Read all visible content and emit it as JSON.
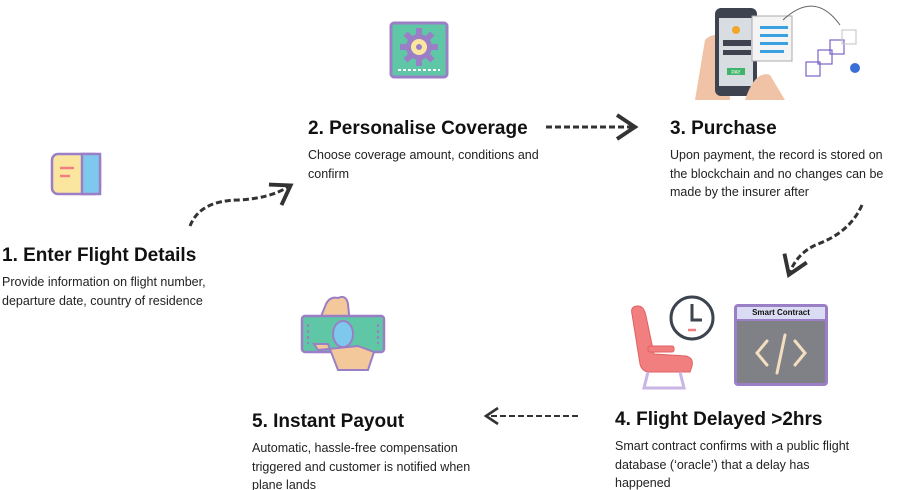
{
  "steps": [
    {
      "title": "1. Enter Flight Details",
      "description": "Provide information on flight number, departure date, country of residence",
      "icon": "ticket-icon"
    },
    {
      "title": "2. Personalise Coverage",
      "description": "Choose coverage amount, conditions and confirm",
      "icon": "gear-icon"
    },
    {
      "title": "3. Purchase",
      "description": "Upon payment, the record is stored on the blockchain and no changes can be made by the insurer after",
      "icon": "phone-payment-blockchain-icon",
      "pay_label": "PAY"
    },
    {
      "title": "4. Flight Delayed >2hrs",
      "description": "Smart contract confirms with a public flight database (‘oracle’) that a delay has happened",
      "icon": "seat-clock-icon",
      "contract_label": "Smart Contract"
    },
    {
      "title": "5. Instant Payout",
      "description": "Automatic, hassle-free compensation triggered and customer is notified when plane lands",
      "icon": "cash-hand-icon"
    }
  ],
  "colors": {
    "purple": "#9b7fc6",
    "teal": "#5fc7a6",
    "coral": "#f27f7f",
    "blue": "#7ec8ee",
    "yellow": "#fbe6a0"
  }
}
